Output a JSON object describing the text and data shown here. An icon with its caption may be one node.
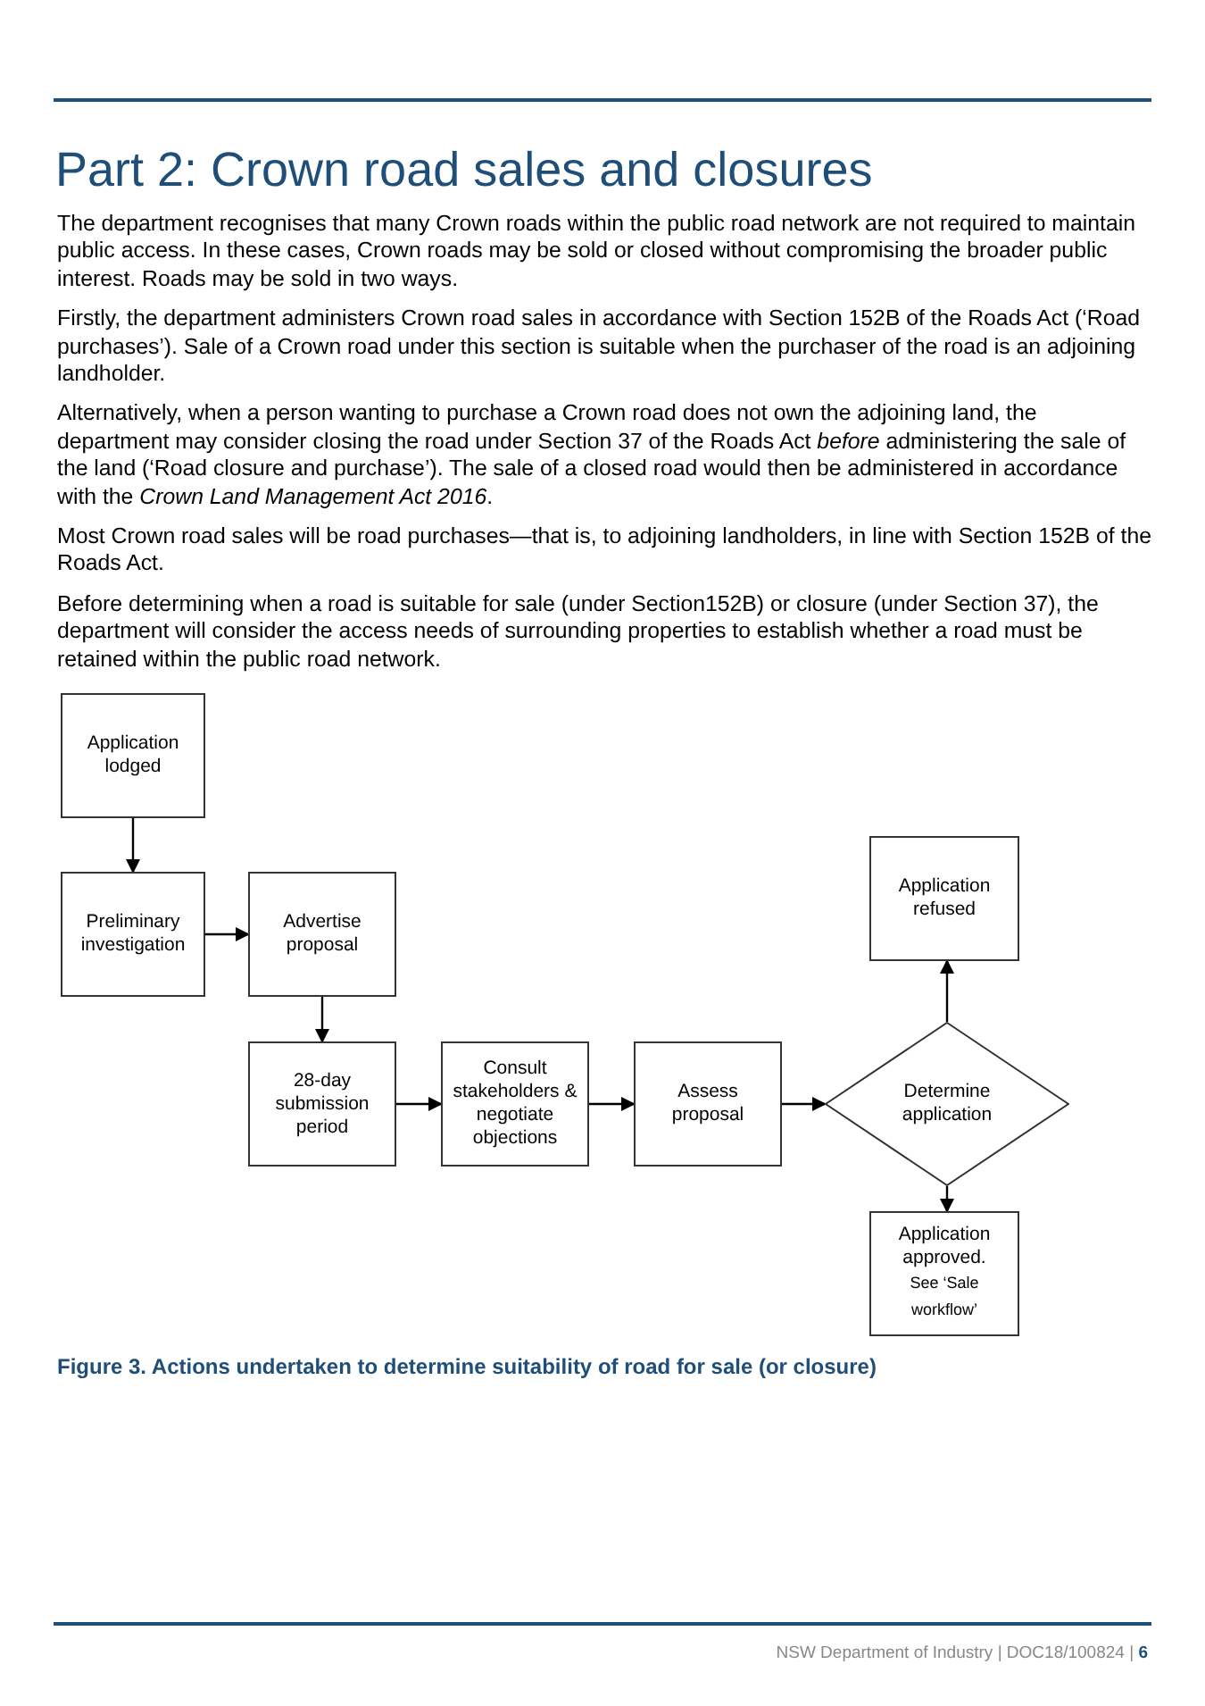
{
  "diagram": {
    "title": "Part 2: Crown road sales and closures",
    "caption": "Figure 3. Actions undertaken to determine suitability of road for sale (or closure)",
    "nodes": [
      {
        "text": [
          "Application lodged"
        ]
      },
      {
        "text": [
          "Preliminary investigation"
        ]
      },
      {
        "text": [
          "Advertise proposal"
        ]
      },
      {
        "text": [
          "28-day submission period"
        ]
      },
      {
        "text": [
          "Consult stakeholders & negotiate objections"
        ]
      },
      {
        "text": [
          "Assess proposal"
        ]
      },
      {
        "text": [
          "Determine application"
        ]
      },
      {
        "text": [
          "Application refused"
        ]
      },
      {
        "text": [
          "Application approved.",
          "See ‘Sale workflow’"
        ]
      }
    ],
    "edges": [
      {
        "from": 0,
        "to": 1,
        "arrow": "to"
      },
      {
        "from": 1,
        "to": 2,
        "arrow": "to"
      },
      {
        "from": 2,
        "to": 3,
        "arrow": "to"
      },
      {
        "from": 3,
        "to": 4,
        "arrow": "to"
      },
      {
        "from": 4,
        "to": 5,
        "arrow": "to"
      },
      {
        "from": 5,
        "to": 6,
        "arrow": "to"
      },
      {
        "from": 6,
        "to": 7,
        "arrow": "to"
      },
      {
        "from": 6,
        "to": 8,
        "arrow": "to"
      }
    ],
    "labels": [
      "The department recognises that many Crown roads within the public road network are not required to maintain public access. In these cases, Crown roads may be sold or closed without compromising the broader public interest. Roads may be sold in two ways.",
      "Firstly, the department administers Crown road sales in accordance with Section 152B of the Roads Act (‘Road purchases’). Sale of a Crown road under this section is suitable when the purchaser of the road is an adjoining landholder.",
      "Alternatively, when a person wanting to purchase a Crown road does not own the adjoining land, the department may consider closing the road under Section 37 of the Roads Act *before* administering the sale of the land (‘Road closure and purchase’). The sale of a closed road would then be administered in accordance with the *Crown Land Management Act 2016*.",
      "Most Crown road sales will be road purchases—that is, to adjoining landholders, in line with Section 152B of the Roads Act.",
      "Before determining when a road is suitable for sale (under Section152B) or closure (under Section 37), the department will consider the access needs of surrounding properties to establish whether a road must be retained within the public road network.",
      "NSW Department of Industry | DOC18/100824 | **6**"
    ]
  }
}
